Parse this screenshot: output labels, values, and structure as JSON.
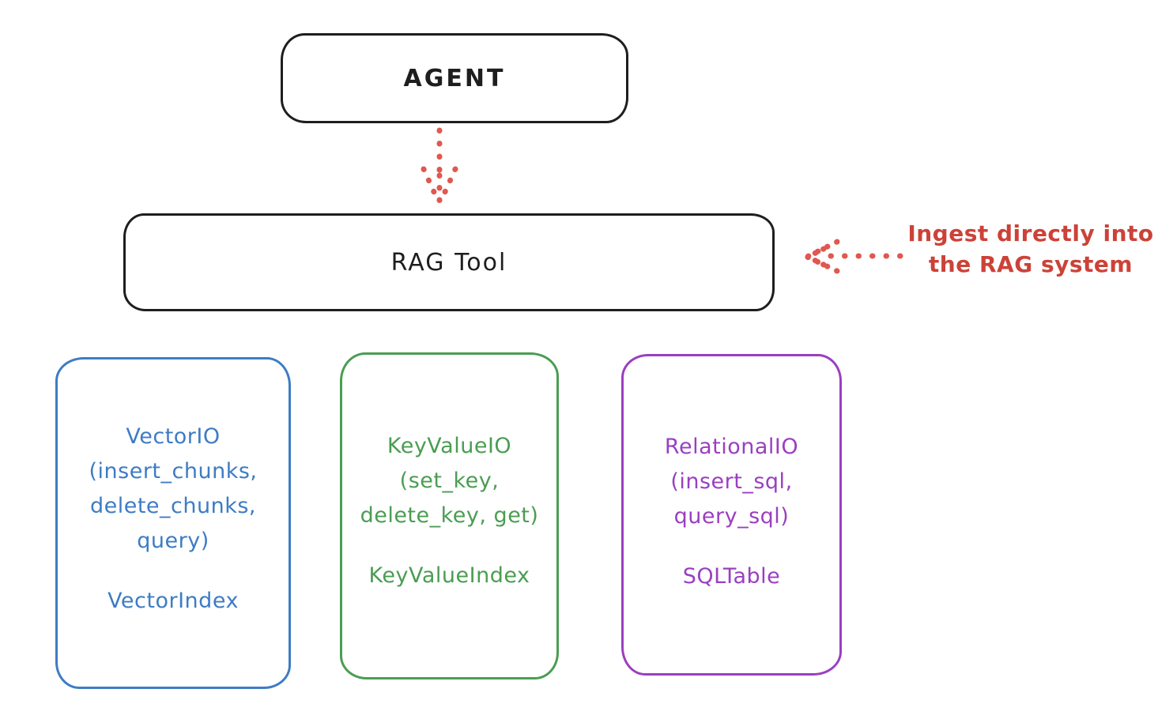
{
  "diagram": {
    "agent": {
      "label": "AGENT"
    },
    "rag_tool": {
      "label": "RAG Tool"
    },
    "annotation": {
      "line1": "Ingest directly into",
      "line2": "the RAG system"
    },
    "backends": [
      {
        "name": "vector-io",
        "lines": [
          "VectorIO",
          "(insert_chunks,",
          "delete_chunks,",
          "query)"
        ],
        "index": "VectorIndex",
        "color": "#3d7cc4"
      },
      {
        "name": "keyvalue-io",
        "lines": [
          "KeyValueIO",
          "(set_key,",
          "delete_key, get)"
        ],
        "index": "KeyValueIndex",
        "color": "#4a9d52"
      },
      {
        "name": "relational-io",
        "lines": [
          "RelationalIO",
          "(insert_sql,",
          "query_sql)"
        ],
        "index": "SQLTable",
        "color": "#9a3fc0"
      }
    ]
  },
  "colors": {
    "background": "#ffffff",
    "ink": "#1e1e1e",
    "annotation_red": "#cc4238",
    "arrow_red": "#e0584f"
  }
}
